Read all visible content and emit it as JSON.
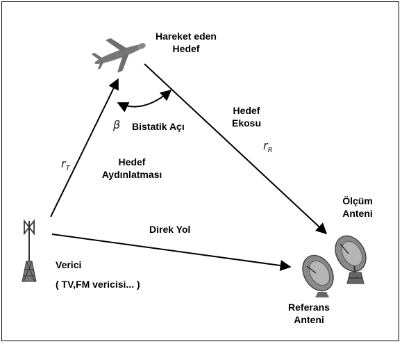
{
  "labels": {
    "target_line1": "Hareket eden",
    "target_line2": "Hedef",
    "echo_line1": "Hedef",
    "echo_line2": "Ekosu",
    "beta_symbol": "β",
    "bistatic_angle": "Bistatik Açı",
    "rt_symbol": "r",
    "rt_sub": "T",
    "rr_symbol": "r",
    "rr_sub": "R",
    "illum_line1": "Hedef",
    "illum_line2": "Aydınlatması",
    "measure_line1": "Ölçüm",
    "measure_line2": "Anteni",
    "direct_path": "Direk Yol",
    "transmitter_line1": "Verici",
    "transmitter_line2": "( TV,FM vericisi... )",
    "reference_line1": "Referans",
    "reference_line2": "Anteni"
  },
  "icons": {
    "target": "airplane-icon",
    "transmitter": "transmitter-tower-icon",
    "reference": "satellite-dish-icon",
    "measurement": "satellite-dish-icon"
  },
  "colors": {
    "line": "#000000",
    "icon": "#6e6e6e",
    "icon_dark": "#333333"
  }
}
